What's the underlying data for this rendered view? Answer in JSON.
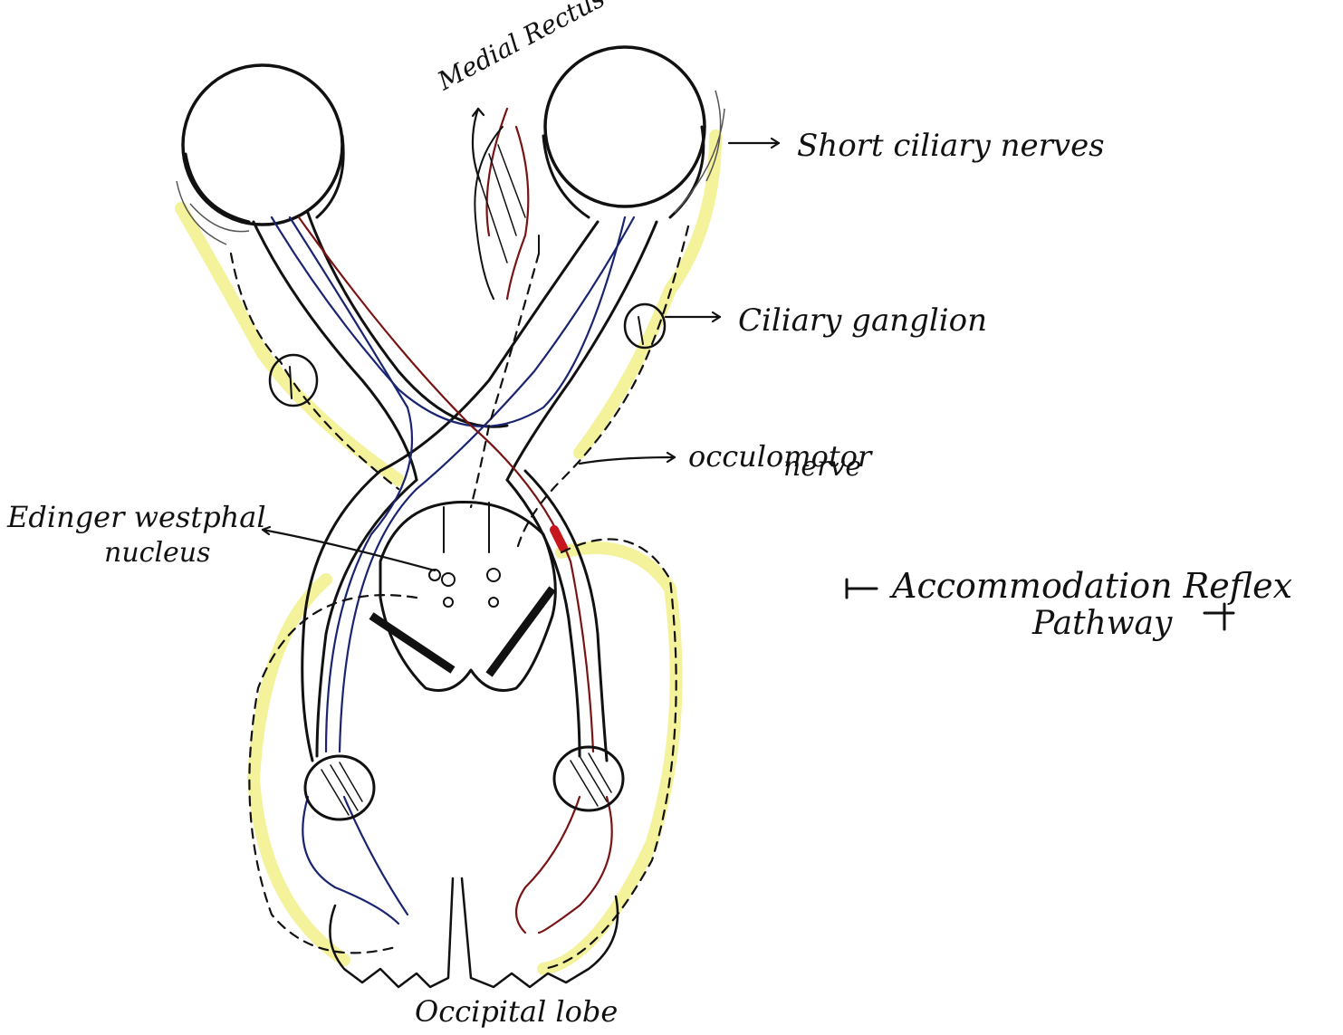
{
  "labels": {
    "medial_rectus": "Medial Rectus",
    "short_ciliary_nerves": "Short ciliary nerves",
    "ciliary_ganglion": "Ciliary ganglion",
    "oculomotor_nerve_line1": "occulomotor",
    "oculomotor_nerve_line2": "nerve",
    "edinger_line1": "Edinger westphal",
    "edinger_line2": "nucleus",
    "occipital_lobe": "Occipital lobe"
  },
  "title": {
    "line1": "Accommodation Reflex",
    "line2": "Pathway"
  },
  "colors": {
    "ink": "#111111",
    "blue_pathway": "#1a2470",
    "red_pathway": "#7a1414",
    "highlight": "#f2f08a"
  }
}
